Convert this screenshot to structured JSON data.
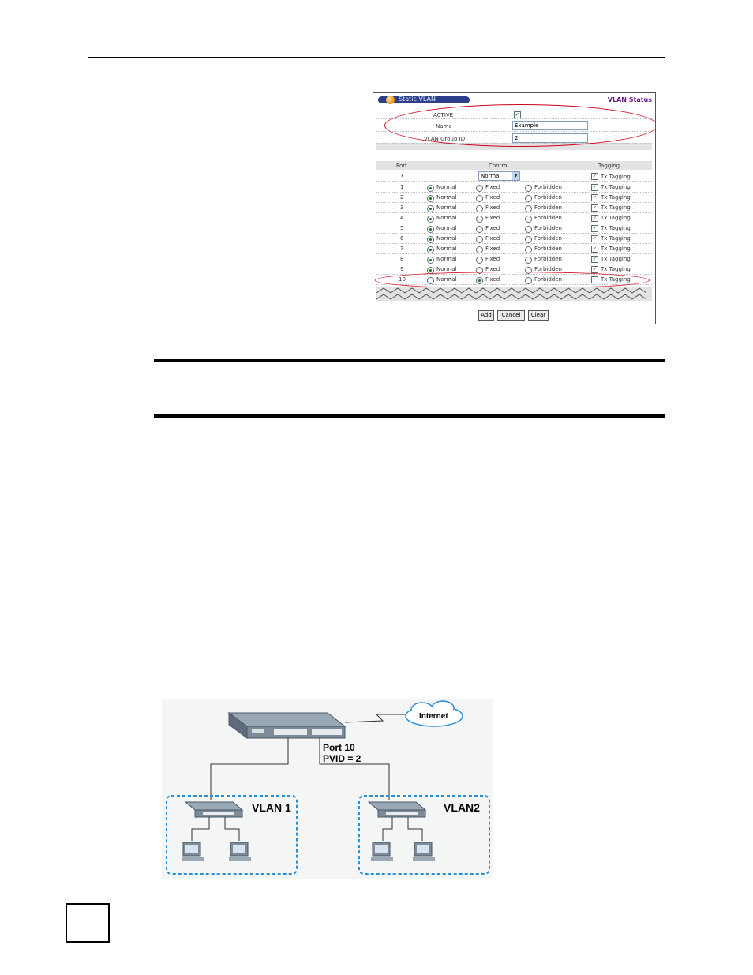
{
  "panel": {
    "title": "Static VLAN",
    "status_link": "VLAN Status",
    "active_label": "ACTIVE",
    "name_label": "Name",
    "name_value": "Example",
    "group_label": "VLAN Group ID",
    "group_value": "2",
    "col_port": "Port",
    "col_control": "Control",
    "col_tagging": "Tagging",
    "all_port": "*",
    "all_control": "Normal",
    "tx_label": "Tx Tagging",
    "opt_normal": "Normal",
    "opt_fixed": "Fixed",
    "opt_forbidden": "Forbidden",
    "rows": [
      {
        "port": "1",
        "control": "normal",
        "tagging": true
      },
      {
        "port": "2",
        "control": "normal",
        "tagging": true
      },
      {
        "port": "3",
        "control": "normal",
        "tagging": true
      },
      {
        "port": "4",
        "control": "normal",
        "tagging": true
      },
      {
        "port": "5",
        "control": "normal",
        "tagging": true
      },
      {
        "port": "6",
        "control": "normal",
        "tagging": true
      },
      {
        "port": "7",
        "control": "normal",
        "tagging": true
      },
      {
        "port": "8",
        "control": "normal",
        "tagging": true
      },
      {
        "port": "9",
        "control": "normal",
        "tagging": true
      },
      {
        "port": "10",
        "control": "fixed",
        "tagging": false
      }
    ],
    "btn_add": "Add",
    "btn_cancel": "Cancel",
    "btn_clear": "Clear"
  },
  "diagram": {
    "internet": "Internet",
    "port_label": "Port 10",
    "pvid_label": "PVID = 2",
    "vlan1": "VLAN 1",
    "vlan2": "VLAN2"
  },
  "colors": {
    "highlight": "#d0021b",
    "vlan_border": "#2a8fd6",
    "title_bar": "#2c3f8a"
  }
}
